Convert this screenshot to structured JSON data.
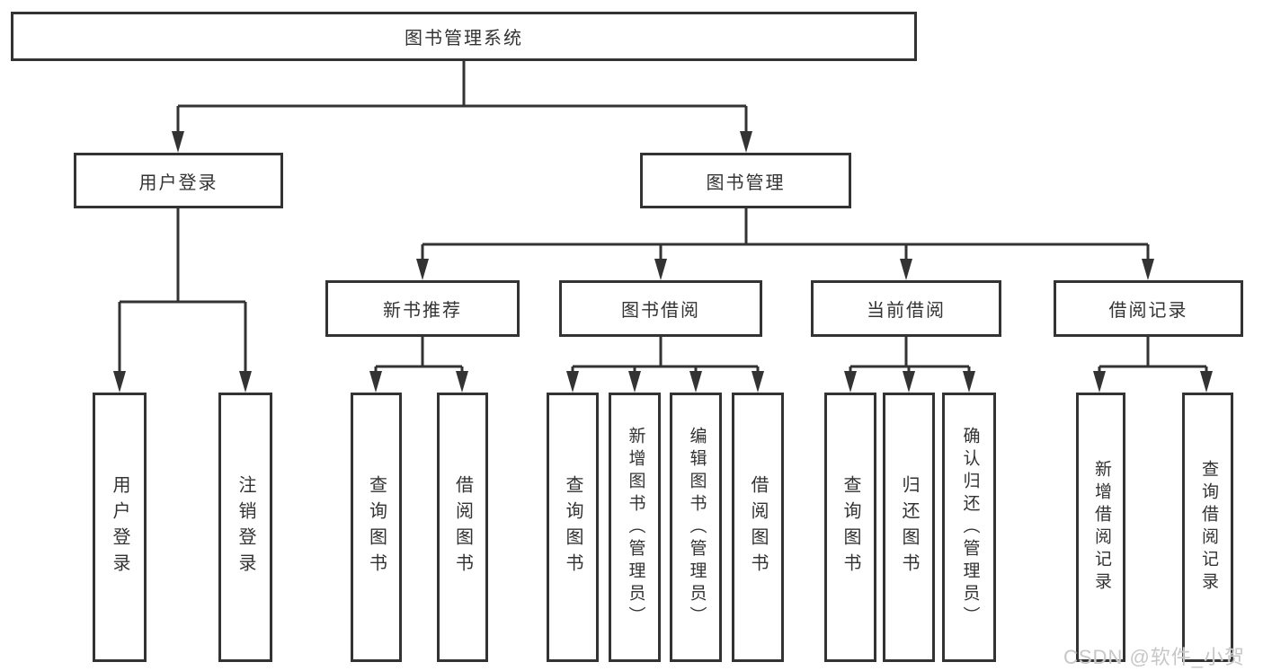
{
  "diagram": {
    "title": "图书管理系统",
    "branches": [
      {
        "label": "用户登录",
        "children": [
          {
            "label": "用户登录"
          },
          {
            "label": "注销登录"
          }
        ]
      },
      {
        "label": "图书管理",
        "children": [
          {
            "label": "新书推荐",
            "children": [
              {
                "label": "查询图书"
              },
              {
                "label": "借阅图书"
              }
            ]
          },
          {
            "label": "图书借阅",
            "children": [
              {
                "label": "查询图书"
              },
              {
                "label": "新增图书（管理员）"
              },
              {
                "label": "编辑图书（管理员）"
              },
              {
                "label": "借阅图书"
              }
            ]
          },
          {
            "label": "当前借阅",
            "children": [
              {
                "label": "查询图书"
              },
              {
                "label": "归还图书"
              },
              {
                "label": "确认归还（管理员）"
              }
            ]
          },
          {
            "label": "借阅记录",
            "children": [
              {
                "label": "新增借阅记录"
              },
              {
                "label": "查询借阅记录"
              }
            ]
          }
        ]
      }
    ]
  },
  "watermark": {
    "text": "CSDN @软件_小贺同学"
  },
  "colors": {
    "line": "#333333",
    "box_border": "#333333",
    "text": "#333333",
    "background": "#ffffff",
    "watermark": "#c7c7c7"
  }
}
